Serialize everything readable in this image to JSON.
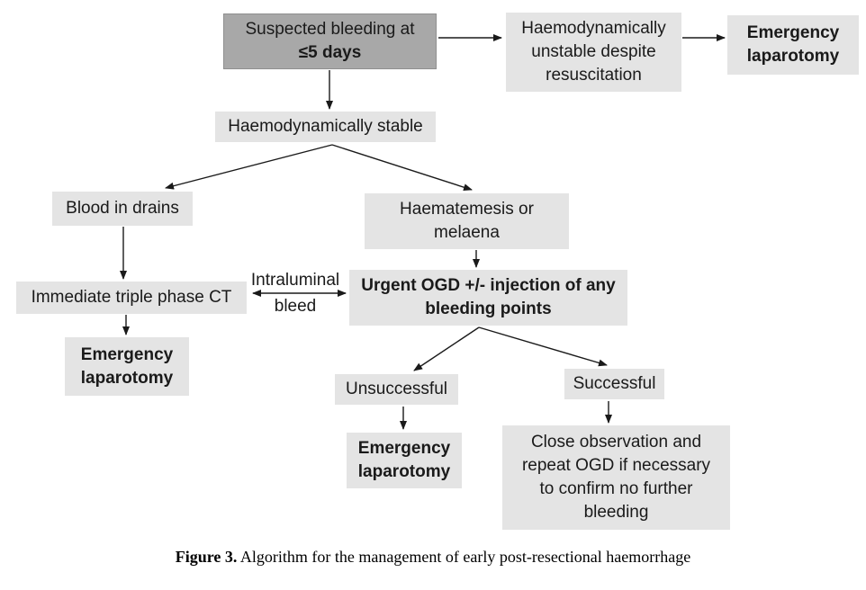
{
  "colors": {
    "background": "#ffffff",
    "box_light_fill": "#e4e4e4",
    "box_dark_fill": "#a8a8a8",
    "box_dark_border": "#8f8f8f",
    "arrow": "#1a1a1a",
    "text": "#1a1a1a"
  },
  "nodes": {
    "suspected": {
      "lines": [
        "Suspected bleeding at",
        "≤5 days"
      ]
    },
    "unstable": {
      "lines": [
        "Haemodynamically",
        "unstable despite",
        "resuscitation"
      ]
    },
    "emergency_top": {
      "lines": [
        "Emergency",
        "laparotomy"
      ]
    },
    "stable": {
      "lines": [
        "Haemodynamically stable"
      ]
    },
    "blood_drains": {
      "lines": [
        "Blood in drains"
      ]
    },
    "haematemesis": {
      "lines": [
        "Haematemesis or",
        "melaena"
      ]
    },
    "ct": {
      "lines": [
        "Immediate triple phase CT"
      ]
    },
    "emergency_left": {
      "lines": [
        "Emergency",
        "laparotomy"
      ]
    },
    "ogd": {
      "lines": [
        "Urgent OGD +/- injection of any",
        "bleeding points"
      ]
    },
    "unsuccessful": {
      "lines": [
        "Unsuccessful"
      ]
    },
    "successful": {
      "lines": [
        "Successful"
      ]
    },
    "emergency_mid": {
      "lines": [
        "Emergency",
        "laparotomy"
      ]
    },
    "close_obs": {
      "lines": [
        "Close observation and",
        "repeat OGD if necessary",
        "to confirm no further",
        "bleeding"
      ]
    }
  },
  "edge_labels": {
    "intraluminal": {
      "lines": [
        "Intraluminal",
        "bleed"
      ]
    }
  },
  "caption": {
    "label": "Figure 3.",
    "text": " Algorithm for the management of early post-resectional haemorrhage"
  }
}
